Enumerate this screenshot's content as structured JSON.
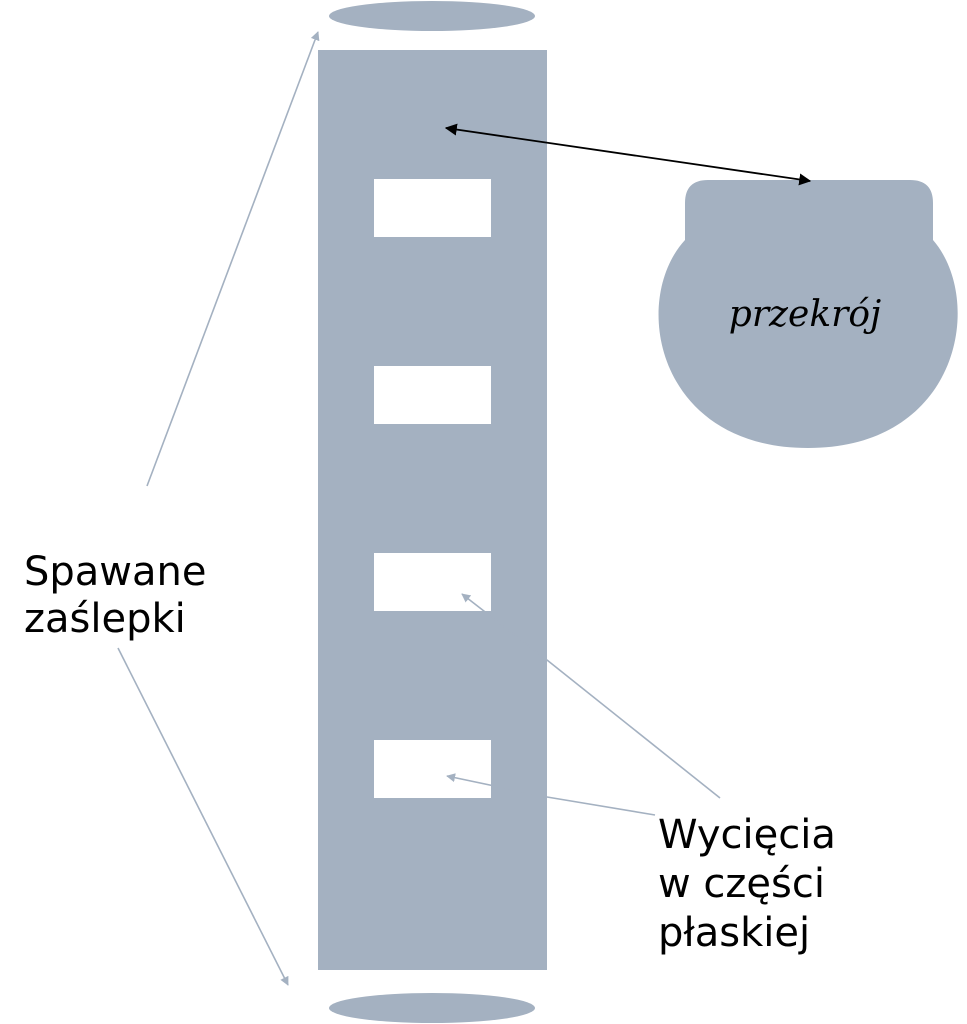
{
  "colors": {
    "body": "#a4b1c1",
    "leader": "#a4b1c1",
    "dimension": "#000000",
    "background": "#ffffff"
  },
  "labels": {
    "welded_caps_line1": "Spawane",
    "welded_caps_line2": "zaślepki",
    "cross_section": "przekrój",
    "cutouts_line1": "Wycięcia",
    "cutouts_line2": "w części",
    "cutouts_line3": "płaskiej"
  }
}
